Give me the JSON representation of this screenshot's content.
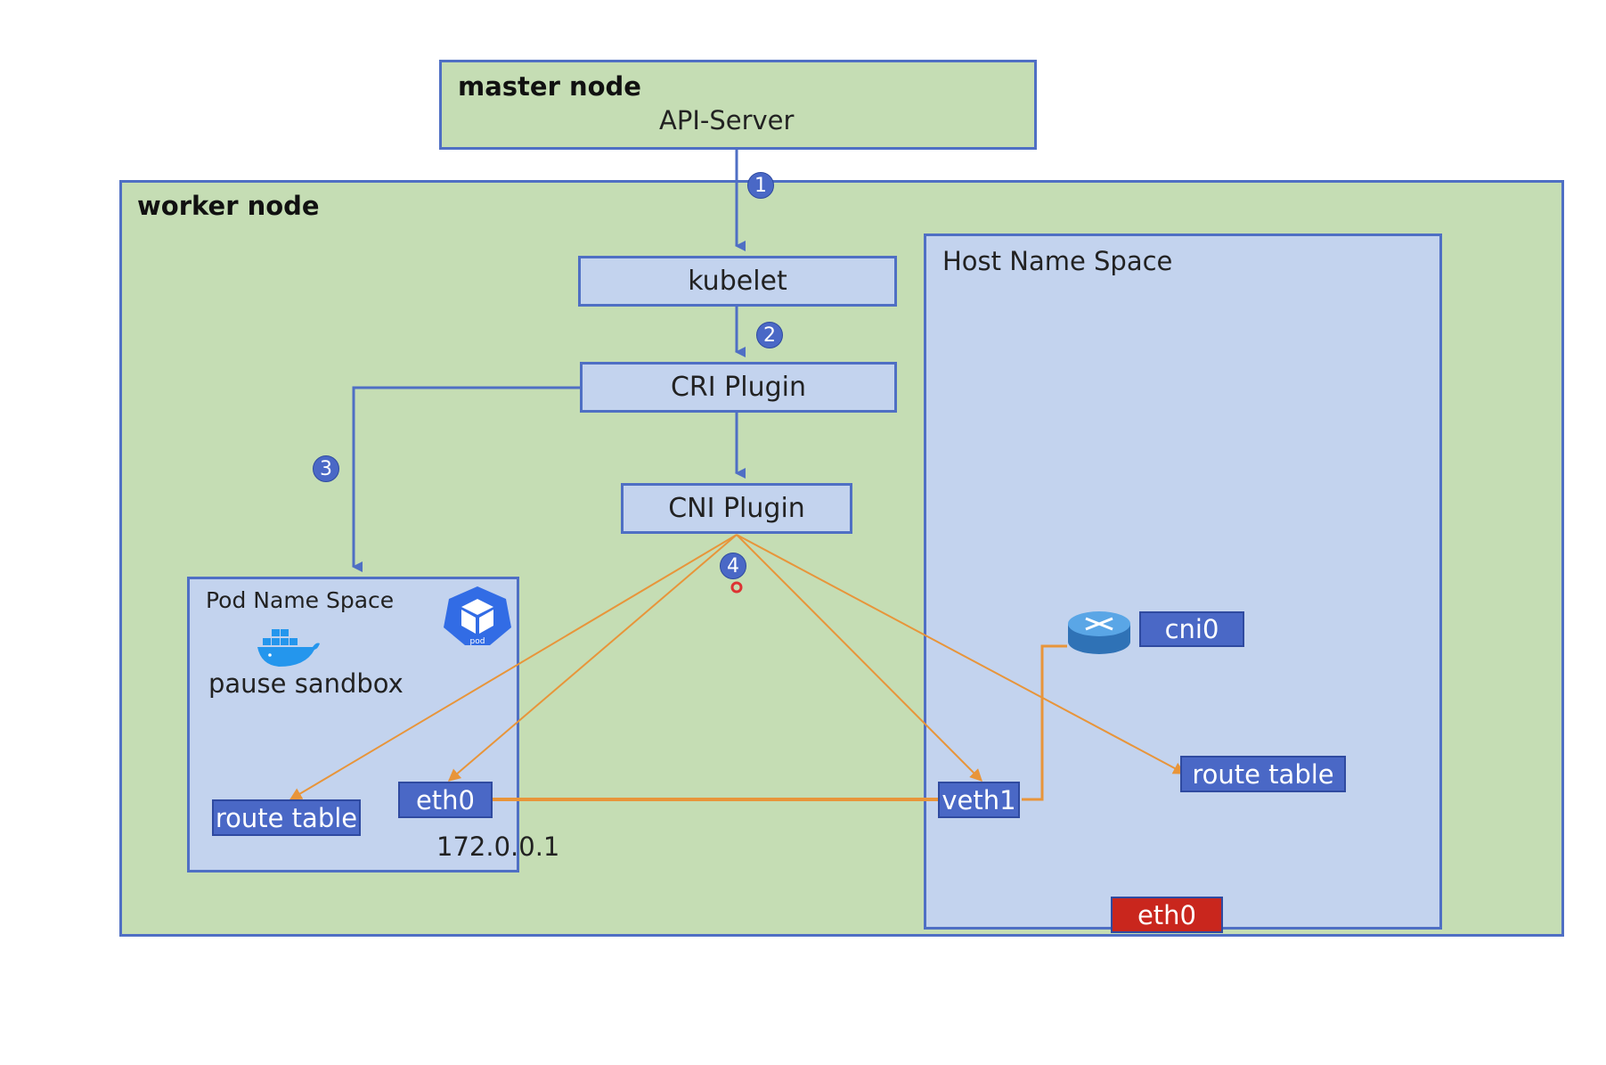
{
  "master": {
    "title": "master node",
    "api_server": "API-Server"
  },
  "worker": {
    "title": "worker node"
  },
  "components": {
    "kubelet": "kubelet",
    "cri": "CRI Plugin",
    "cni": "CNI Plugin"
  },
  "steps": [
    "1",
    "2",
    "3",
    "4"
  ],
  "pod_ns": {
    "title": "Pod Name Space",
    "sandbox": "pause sandbox",
    "pod_icon_text": "pod",
    "route_table": "route table",
    "eth0": "eth0",
    "ip": "172.0.0.1"
  },
  "host_ns": {
    "title": "Host Name Space",
    "cni0": "cni0",
    "veth1": "veth1",
    "route_table": "route table",
    "eth0": "eth0"
  },
  "colors": {
    "green": "#c5ddb4",
    "blue": "#c3d3ee",
    "border": "#4f6fc4",
    "dark": "#4a68c6",
    "orange": "#e8953a",
    "red": "#c9261d"
  },
  "icons": {
    "pod": "kubernetes-pod-icon",
    "docker": "docker-whale-icon",
    "router": "router-icon"
  }
}
